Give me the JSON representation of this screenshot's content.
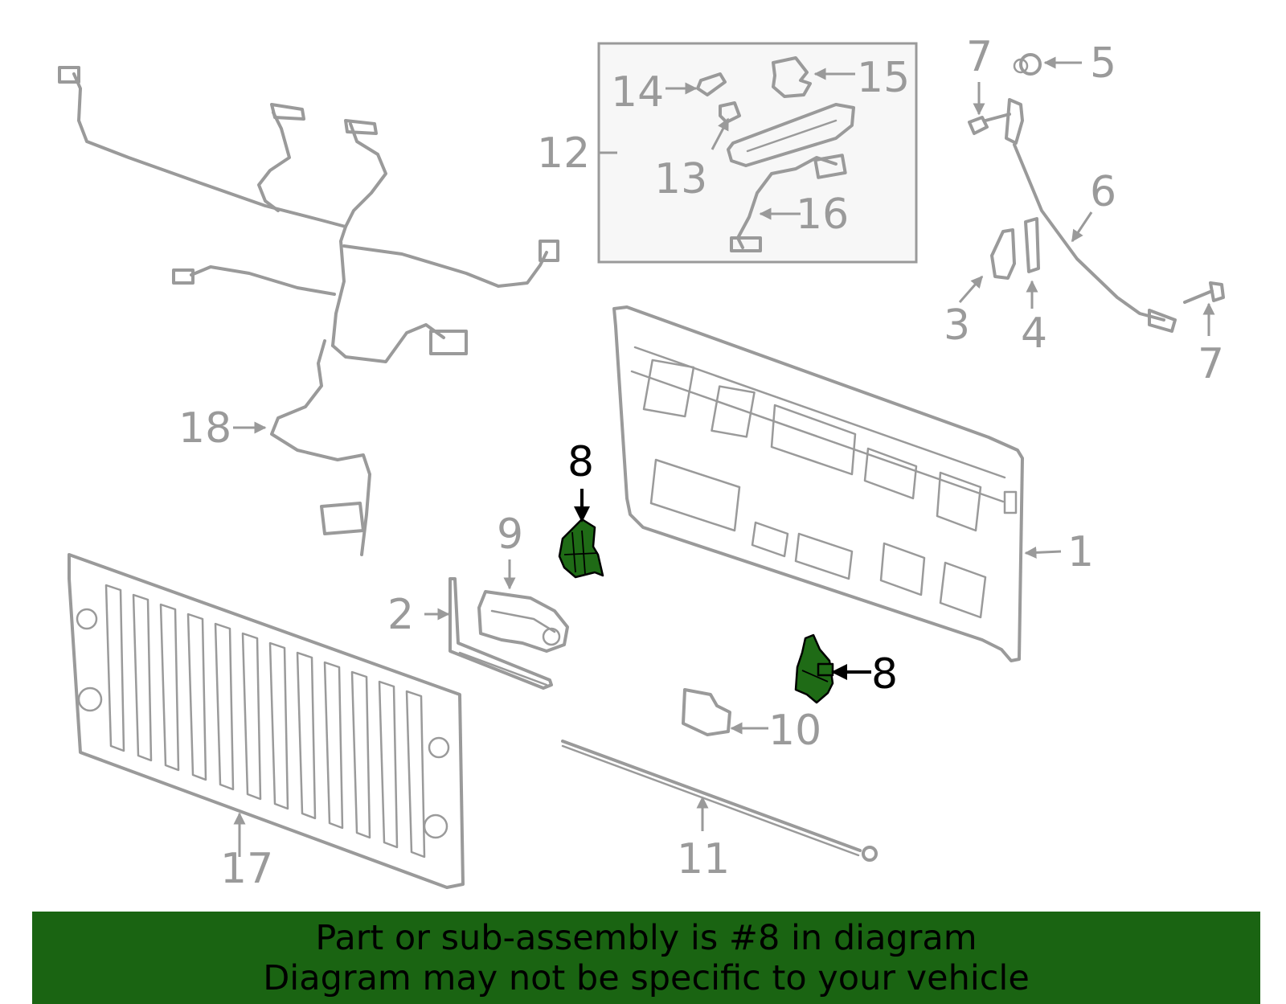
{
  "diagram": {
    "callouts": [
      {
        "id": "1",
        "text": "1"
      },
      {
        "id": "2",
        "text": "2"
      },
      {
        "id": "3",
        "text": "3"
      },
      {
        "id": "4",
        "text": "4"
      },
      {
        "id": "5",
        "text": "5"
      },
      {
        "id": "6",
        "text": "6"
      },
      {
        "id": "7a",
        "text": "7"
      },
      {
        "id": "7b",
        "text": "7"
      },
      {
        "id": "8a",
        "text": "8"
      },
      {
        "id": "8b",
        "text": "8"
      },
      {
        "id": "9",
        "text": "9"
      },
      {
        "id": "10",
        "text": "10"
      },
      {
        "id": "11",
        "text": "11"
      },
      {
        "id": "12",
        "text": "12"
      },
      {
        "id": "13",
        "text": "13"
      },
      {
        "id": "14",
        "text": "14"
      },
      {
        "id": "15",
        "text": "15"
      },
      {
        "id": "16",
        "text": "16"
      },
      {
        "id": "17",
        "text": "17"
      },
      {
        "id": "18",
        "text": "18"
      }
    ],
    "highlighted_part": "8",
    "colors": {
      "part_outline": "#9a9a9a",
      "highlight_fill": "#1f6b16",
      "banner_background": "#1a6412",
      "highlight_label": "#000000"
    }
  },
  "banner": {
    "line1": "Part or sub-assembly is #8 in diagram",
    "line2": "Diagram may not be specific to your vehicle"
  }
}
